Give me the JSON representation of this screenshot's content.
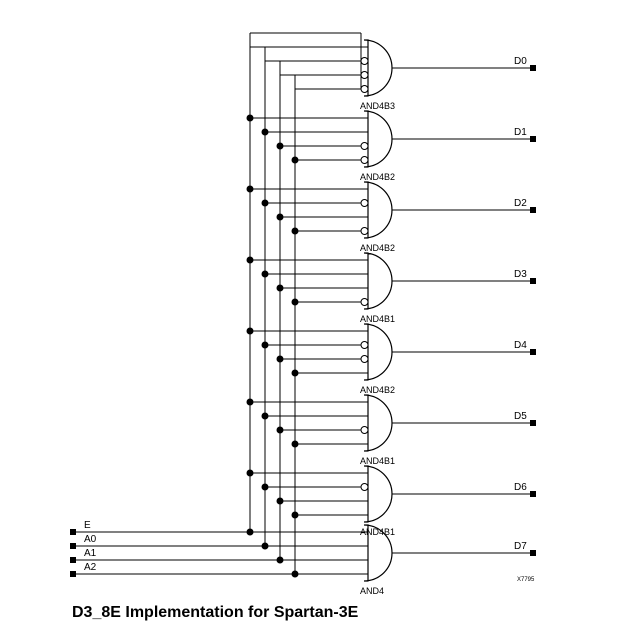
{
  "caption": "D3_8E Implementation for Spartan-3E",
  "figure_id": "X7795",
  "inputs": [
    "E",
    "A0",
    "A1",
    "A2"
  ],
  "gates": [
    {
      "type": "AND4B3",
      "output": "D0",
      "inverted": [
        false,
        true,
        true,
        true
      ]
    },
    {
      "type": "AND4B2",
      "output": "D1",
      "inverted": [
        false,
        false,
        true,
        true
      ]
    },
    {
      "type": "AND4B2",
      "output": "D2",
      "inverted": [
        false,
        true,
        false,
        true
      ]
    },
    {
      "type": "AND4B1",
      "output": "D3",
      "inverted": [
        false,
        false,
        false,
        true
      ]
    },
    {
      "type": "AND4B2",
      "output": "D4",
      "inverted": [
        false,
        true,
        true,
        false
      ]
    },
    {
      "type": "AND4B1",
      "output": "D5",
      "inverted": [
        false,
        false,
        true,
        false
      ]
    },
    {
      "type": "AND4B1",
      "output": "D6",
      "inverted": [
        false,
        true,
        false,
        false
      ]
    },
    {
      "type": "AND4",
      "output": "D7",
      "inverted": [
        false,
        false,
        false,
        false
      ]
    }
  ]
}
